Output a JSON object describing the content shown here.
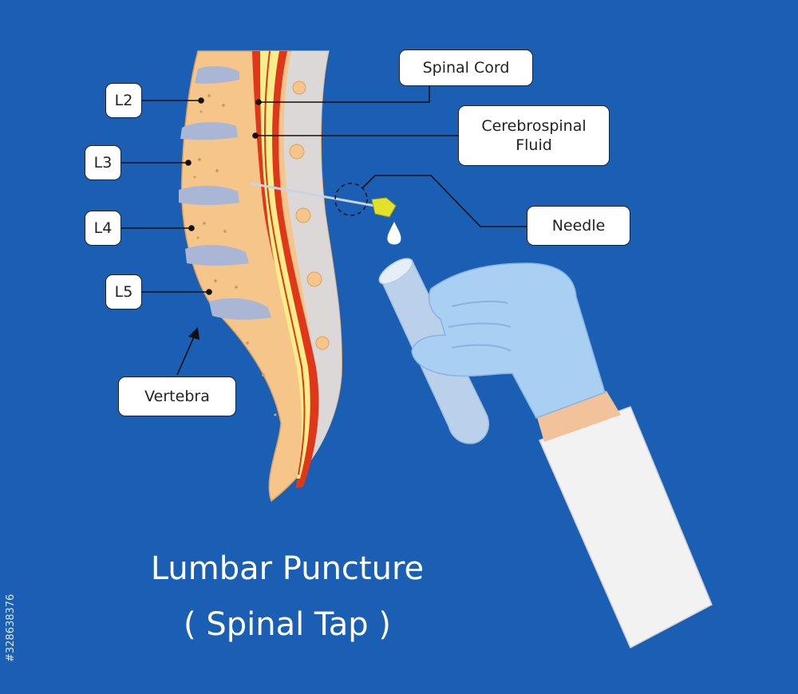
{
  "labels": {
    "l2": "L2",
    "l3": "L3",
    "l4": "L4",
    "l5": "L5",
    "vertebra": "Vertebra",
    "spinal_cord": "Spinal Cord",
    "csf_line1": "Cerebrospinal",
    "csf_line2": "Fluid",
    "needle": "Needle"
  },
  "title": {
    "line1": "Lumbar Puncture",
    "line2": "( Spinal Tap )"
  },
  "watermark": {
    "stock_id": "#328638376"
  },
  "colors": {
    "background": "#1a5fb4",
    "bone": "#f5c58a",
    "disc": "#a9b6d6",
    "cord": "#f6ee8a",
    "dura": "#e0361a",
    "glove": "#a9cff2",
    "sleeve": "#f2f2f2",
    "needle_hub": "#e3e22b"
  }
}
